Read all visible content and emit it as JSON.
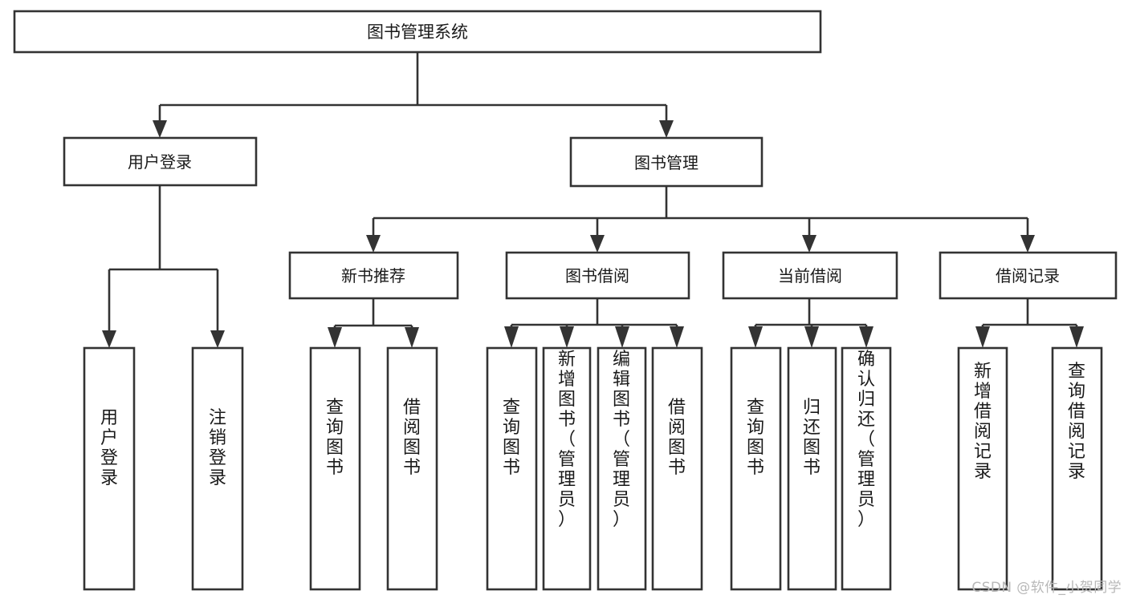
{
  "diagram": {
    "type": "tree",
    "title": "图书管理系统",
    "orientation": "top-down",
    "background_color": "#ffffff",
    "box_stroke_color": "#333333",
    "box_fill_color": "#ffffff",
    "text_color": "#1a1a1a",
    "connector_color": "#333333",
    "levels": 4,
    "root": {
      "label": "图书管理系统"
    },
    "level2": [
      {
        "label": "用户登录"
      },
      {
        "label": "图书管理"
      }
    ],
    "level3": [
      {
        "label": "新书推荐",
        "parent": "图书管理"
      },
      {
        "label": "图书借阅",
        "parent": "图书管理"
      },
      {
        "label": "当前借阅",
        "parent": "图书管理"
      },
      {
        "label": "借阅记录",
        "parent": "图书管理"
      }
    ],
    "leaves": {
      "用户登录": [
        "用户登录",
        "注销登录"
      ],
      "新书推荐": [
        "查询图书",
        "借阅图书"
      ],
      "图书借阅": [
        "查询图书",
        "新增图书（管理员）",
        "编辑图书（管理员）",
        "借阅图书"
      ],
      "当前借阅": [
        "查询图书",
        "归还图书",
        "确认归还（管理员）"
      ],
      "借阅记录": [
        "新增借阅记录",
        "查询借阅记录"
      ]
    }
  },
  "nodes": {
    "root": "图书管理系统",
    "user_login": "用户登录",
    "book_manage": "图书管理",
    "new_book_rec": "新书推荐",
    "book_borrow": "图书借阅",
    "current_borrow": "当前借阅",
    "borrow_record": "借阅记录",
    "leaf_user_login": "用户登录",
    "leaf_logout": "注销登录",
    "leaf_query_book_a": "查询图书",
    "leaf_borrow_book_a": "借阅图书",
    "leaf_query_book_b": "查询图书",
    "leaf_add_book": "新增图书（管理员）",
    "leaf_edit_book": "编辑图书（管理员）",
    "leaf_borrow_book_b": "借阅图书",
    "leaf_query_book_c": "查询图书",
    "leaf_return_book": "归还图书",
    "leaf_confirm_return": "确认归还（管理员）",
    "leaf_add_record": "新增借阅记录",
    "leaf_query_record": "查询借阅记录"
  },
  "watermark": {
    "text": "CSDN @软件_小贺同学"
  }
}
